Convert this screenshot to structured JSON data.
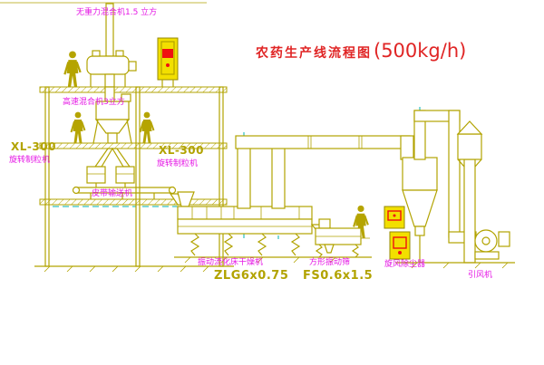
{
  "title": {
    "text": "农药生产线流程图",
    "capacity": "(500kg/h)"
  },
  "labels": {
    "top_mixer": "无重力混合机1.5 立方",
    "high_speed_mixer": "高速混合机3立方",
    "granulator_left_model": "XL-300",
    "granulator_left": "旋转制粒机",
    "granulator_right_model": "XL-300",
    "granulator_right": "旋转制粒机",
    "belt_conveyor": "皮带输送机",
    "dryer": "振动流化床干燥机",
    "dryer_model": "ZLG6x0.75",
    "sieve": "方形振动筛",
    "sieve_model": "FS0.6x1.5",
    "dust_collector": "旋风除尘器",
    "fan": "引风机"
  },
  "colors": {
    "line": "#b2a300",
    "label": "#e516e5",
    "model_text": "#b2a300",
    "title_text": "#e02525",
    "cabinet": "#f2df00",
    "alert": "#f01010",
    "centerline": "#00b0b0",
    "background": "#ffffff"
  }
}
